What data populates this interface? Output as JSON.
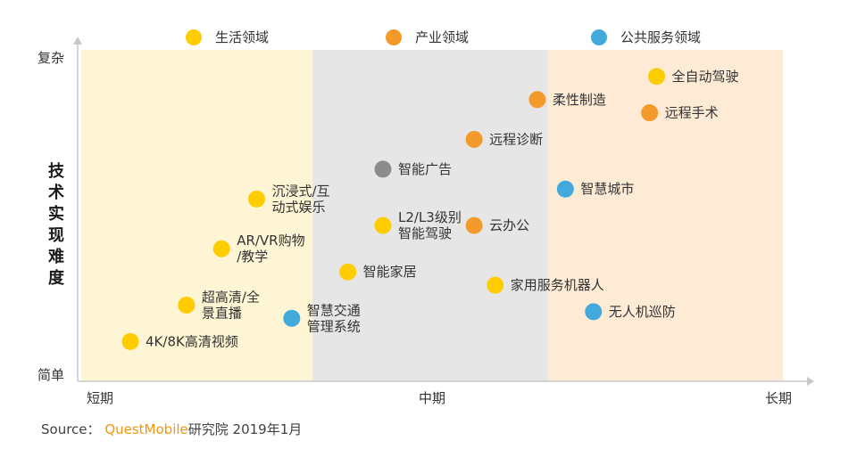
{
  "chart_data": {
    "type": "scatter",
    "title": "",
    "xlabel": "",
    "ylabel": "技术实现难度",
    "x_ticks": [
      "短期",
      "中期",
      "长期"
    ],
    "y_ticks": [
      "简单",
      "复杂"
    ],
    "xlim": [
      0,
      100
    ],
    "ylim": [
      0,
      100
    ],
    "grid": false,
    "legend_position": "top",
    "zones": [
      {
        "from": 0,
        "to": 33,
        "color": "#fdf5d3"
      },
      {
        "from": 33,
        "to": 66.5,
        "color": "#e6e6e6"
      },
      {
        "from": 66.5,
        "to": 100,
        "color": "#fdebd6"
      }
    ],
    "series": [
      {
        "name": "生活领域",
        "color": "#ffcc00",
        "points": [
          {
            "x": 82,
            "y": 92,
            "label": [
              "全自动驾驶"
            ]
          },
          {
            "x": 25,
            "y": 55,
            "label": [
              "沉浸式/互",
              "动式娱乐"
            ]
          },
          {
            "x": 20,
            "y": 40,
            "label": [
              "AR/VR购物",
              "/教学"
            ]
          },
          {
            "x": 43,
            "y": 47,
            "label": [
              "L2/L3级别",
              "智能驾驶"
            ]
          },
          {
            "x": 38,
            "y": 33,
            "label": [
              "智能家居"
            ]
          },
          {
            "x": 59,
            "y": 29,
            "label": [
              "家用服务机器人"
            ]
          },
          {
            "x": 15,
            "y": 23,
            "label": [
              "超高清/全",
              "景直播"
            ]
          },
          {
            "x": 7,
            "y": 12,
            "label": [
              "4K/8K高清视频"
            ]
          }
        ]
      },
      {
        "name": "产业领域",
        "color": "#f39a2b",
        "points": [
          {
            "x": 65,
            "y": 85,
            "label": [
              "柔性制造"
            ]
          },
          {
            "x": 81,
            "y": 81,
            "label": [
              "远程手术"
            ]
          },
          {
            "x": 56,
            "y": 73,
            "label": [
              "远程诊断"
            ]
          },
          {
            "x": 56,
            "y": 47,
            "label": [
              "云办公"
            ]
          }
        ]
      },
      {
        "name": "公共服务领域",
        "color": "#41a9dc",
        "points": [
          {
            "x": 69,
            "y": 58,
            "label": [
              "智慧城市"
            ]
          },
          {
            "x": 73,
            "y": 21,
            "label": [
              "无人机巡防"
            ]
          },
          {
            "x": 30,
            "y": 19,
            "label": [
              "智慧交通",
              "管理系统"
            ]
          }
        ]
      },
      {
        "name": "",
        "color": "#8c8c8c",
        "points": [
          {
            "x": 43,
            "y": 64,
            "label": [
              "智能广告"
            ]
          }
        ]
      }
    ]
  },
  "source": {
    "prefix": "Source：",
    "brand": "QuestMobile",
    "suffix": "研究院 2019年1月"
  }
}
